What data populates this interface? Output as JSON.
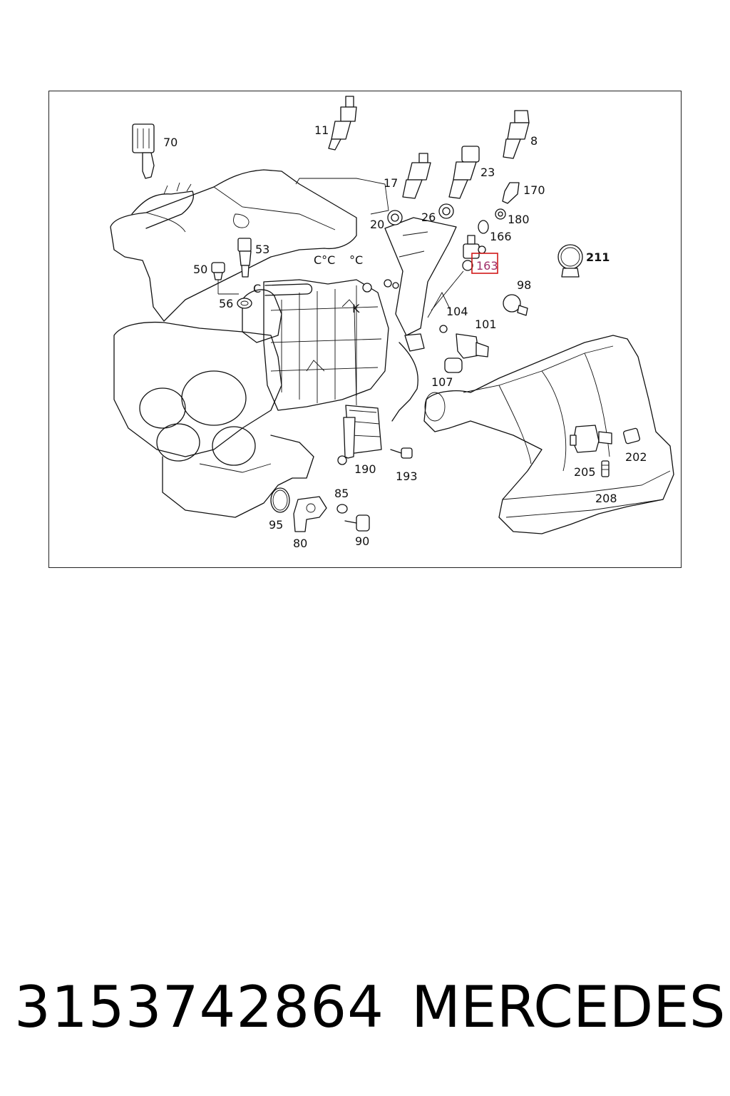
{
  "diagram": {
    "callouts": {
      "c70": "70",
      "c11": "11",
      "c8": "8",
      "c17": "17",
      "c23": "23",
      "c170": "170",
      "c20": "20",
      "c26": "26",
      "c180": "180",
      "c166": "166",
      "c53": "53",
      "c163": "163",
      "c211": "211",
      "c50": "50",
      "c98": "98",
      "c56": "56",
      "c104": "104",
      "c101": "101",
      "c107": "107",
      "c202": "202",
      "c190": "190",
      "c193": "193",
      "c205": "205",
      "c85": "85",
      "c208": "208",
      "c95": "95",
      "c80": "80",
      "c90": "90"
    },
    "highlighted_part": "163",
    "highlight_color": "#d01818"
  },
  "footer": {
    "part_number": "3153742864",
    "brand": "MERCEDES"
  }
}
